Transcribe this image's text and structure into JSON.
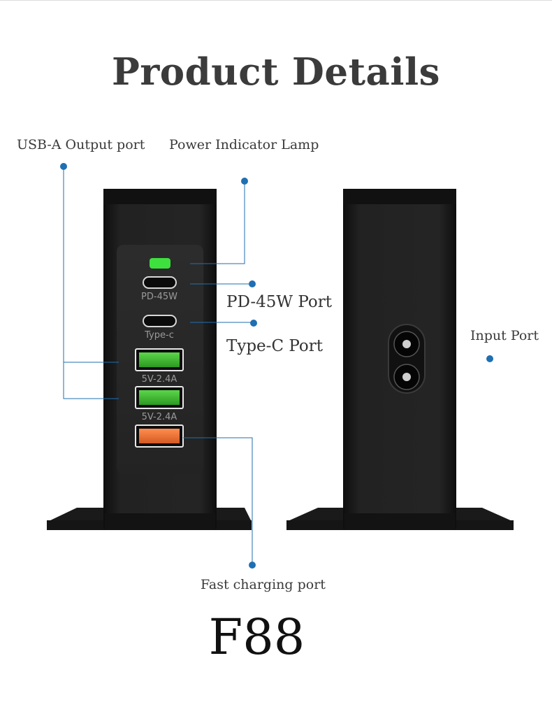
{
  "page": {
    "title": "Product Details",
    "model": "F88"
  },
  "callouts": {
    "usb_a_output": "USB-A Output port",
    "power_indicator": "Power Indicator Lamp",
    "pd_45w": "PD-45W Port",
    "type_c": "Type-C Port",
    "input_port": "Input Port",
    "fast_charging": "Fast charging port"
  },
  "device_labels": {
    "pd_port": "PD-45W",
    "typec_port": "Type-c",
    "usb_a_1": "5V-2.4A",
    "usb_a_2": "5V-2.4A"
  },
  "colors": {
    "leader_line": "#1f6fb2",
    "indicator_led": "#3ee03e",
    "usb_green": "#3fbf2f",
    "usb_orange": "#f07a3a",
    "device_body": "#1c1c1c"
  }
}
